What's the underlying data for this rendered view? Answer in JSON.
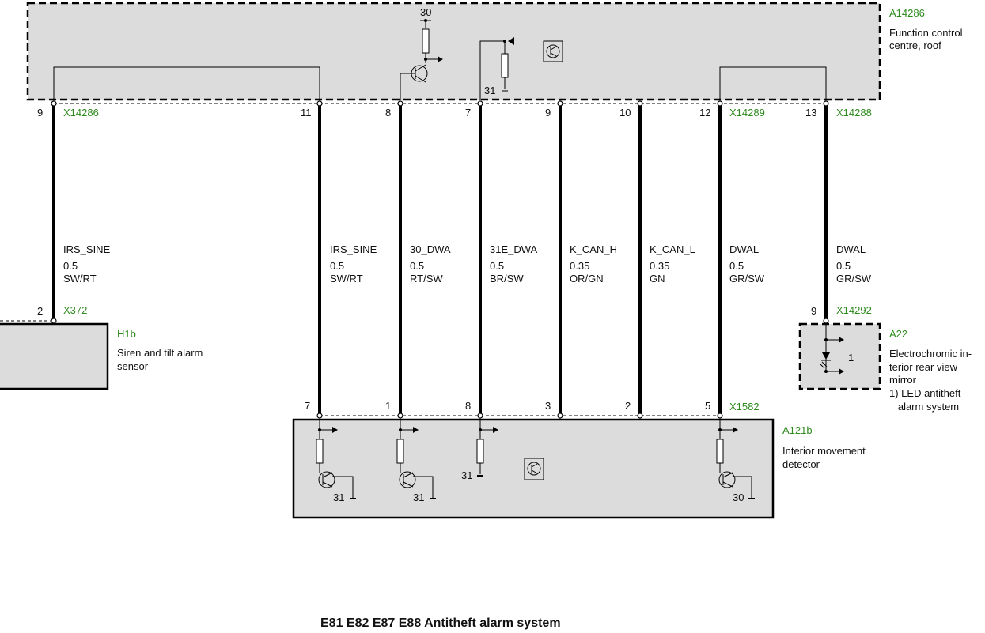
{
  "title": "E81 E82 E87 E88 Antitheft alarm system",
  "components": {
    "fcc": {
      "id": "A14286",
      "desc": [
        "Function control",
        "centre, roof"
      ],
      "supply": "30",
      "ground": "31"
    },
    "siren": {
      "id": "H1b",
      "desc": [
        "Siren and tilt alarm",
        "sensor"
      ]
    },
    "mirror": {
      "id": "A22",
      "desc": [
        "Electrochromic in-",
        "terior rear view",
        "mirror",
        "1) LED antitheft",
        "   alarm system"
      ],
      "led_ref": "1"
    },
    "imd": {
      "id": "A121b",
      "desc": [
        "Interior movement",
        "detector"
      ],
      "grounds": [
        "31",
        "31",
        "31",
        "30"
      ]
    }
  },
  "connectors": {
    "top_left": "X14286",
    "top_right_a": "X14289",
    "top_right_b": "X14288",
    "siren": "X372",
    "mirror": "X14292",
    "imd": "X1582"
  },
  "wires": [
    {
      "signal": "IRS_SINE",
      "gauge": "0.5",
      "color": "SW/RT",
      "top_pin": "9",
      "bottom_pin": "2"
    },
    {
      "signal": "IRS_SINE",
      "gauge": "0.5",
      "color": "SW/RT",
      "top_pin": "11",
      "bottom_pin": "7"
    },
    {
      "signal": "30_DWA",
      "gauge": "0.5",
      "color": "RT/SW",
      "top_pin": "8",
      "bottom_pin": "1"
    },
    {
      "signal": "31E_DWA",
      "gauge": "0.5",
      "color": "BR/SW",
      "top_pin": "7",
      "bottom_pin": "8"
    },
    {
      "signal": "K_CAN_H",
      "gauge": "0.35",
      "color": "OR/GN",
      "top_pin": "9",
      "bottom_pin": "3"
    },
    {
      "signal": "K_CAN_L",
      "gauge": "0.35",
      "color": "GN",
      "top_pin": "10",
      "bottom_pin": "2"
    },
    {
      "signal": "DWAL",
      "gauge": "0.5",
      "color": "GR/SW",
      "top_pin": "12",
      "bottom_pin": "5"
    },
    {
      "signal": "DWAL",
      "gauge": "0.5",
      "color": "GR/SW",
      "top_pin": "13",
      "bottom_pin": "9"
    }
  ]
}
